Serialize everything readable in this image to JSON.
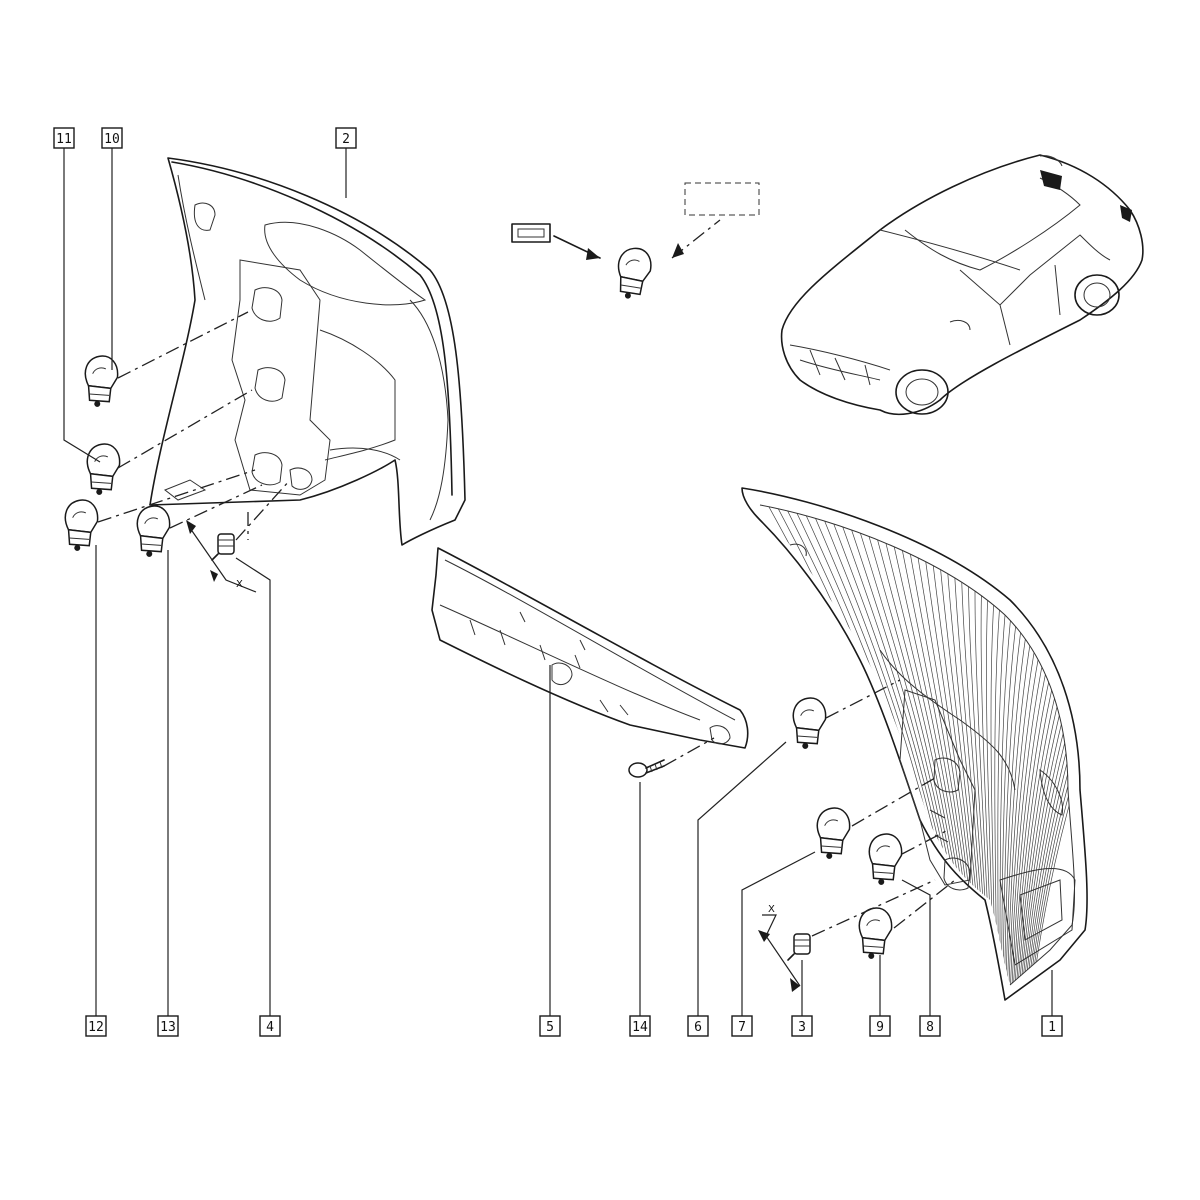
{
  "diagram": {
    "callouts": {
      "c1": "1",
      "c2": "2",
      "c3": "3",
      "c4": "4",
      "c5": "5",
      "c6": "6",
      "c7": "7",
      "c8": "8",
      "c9": "9",
      "c10": "10",
      "c11": "11",
      "c12": "12",
      "c13": "13",
      "c14": "14"
    },
    "axis_marks": {
      "left": "X",
      "right": "X"
    }
  }
}
